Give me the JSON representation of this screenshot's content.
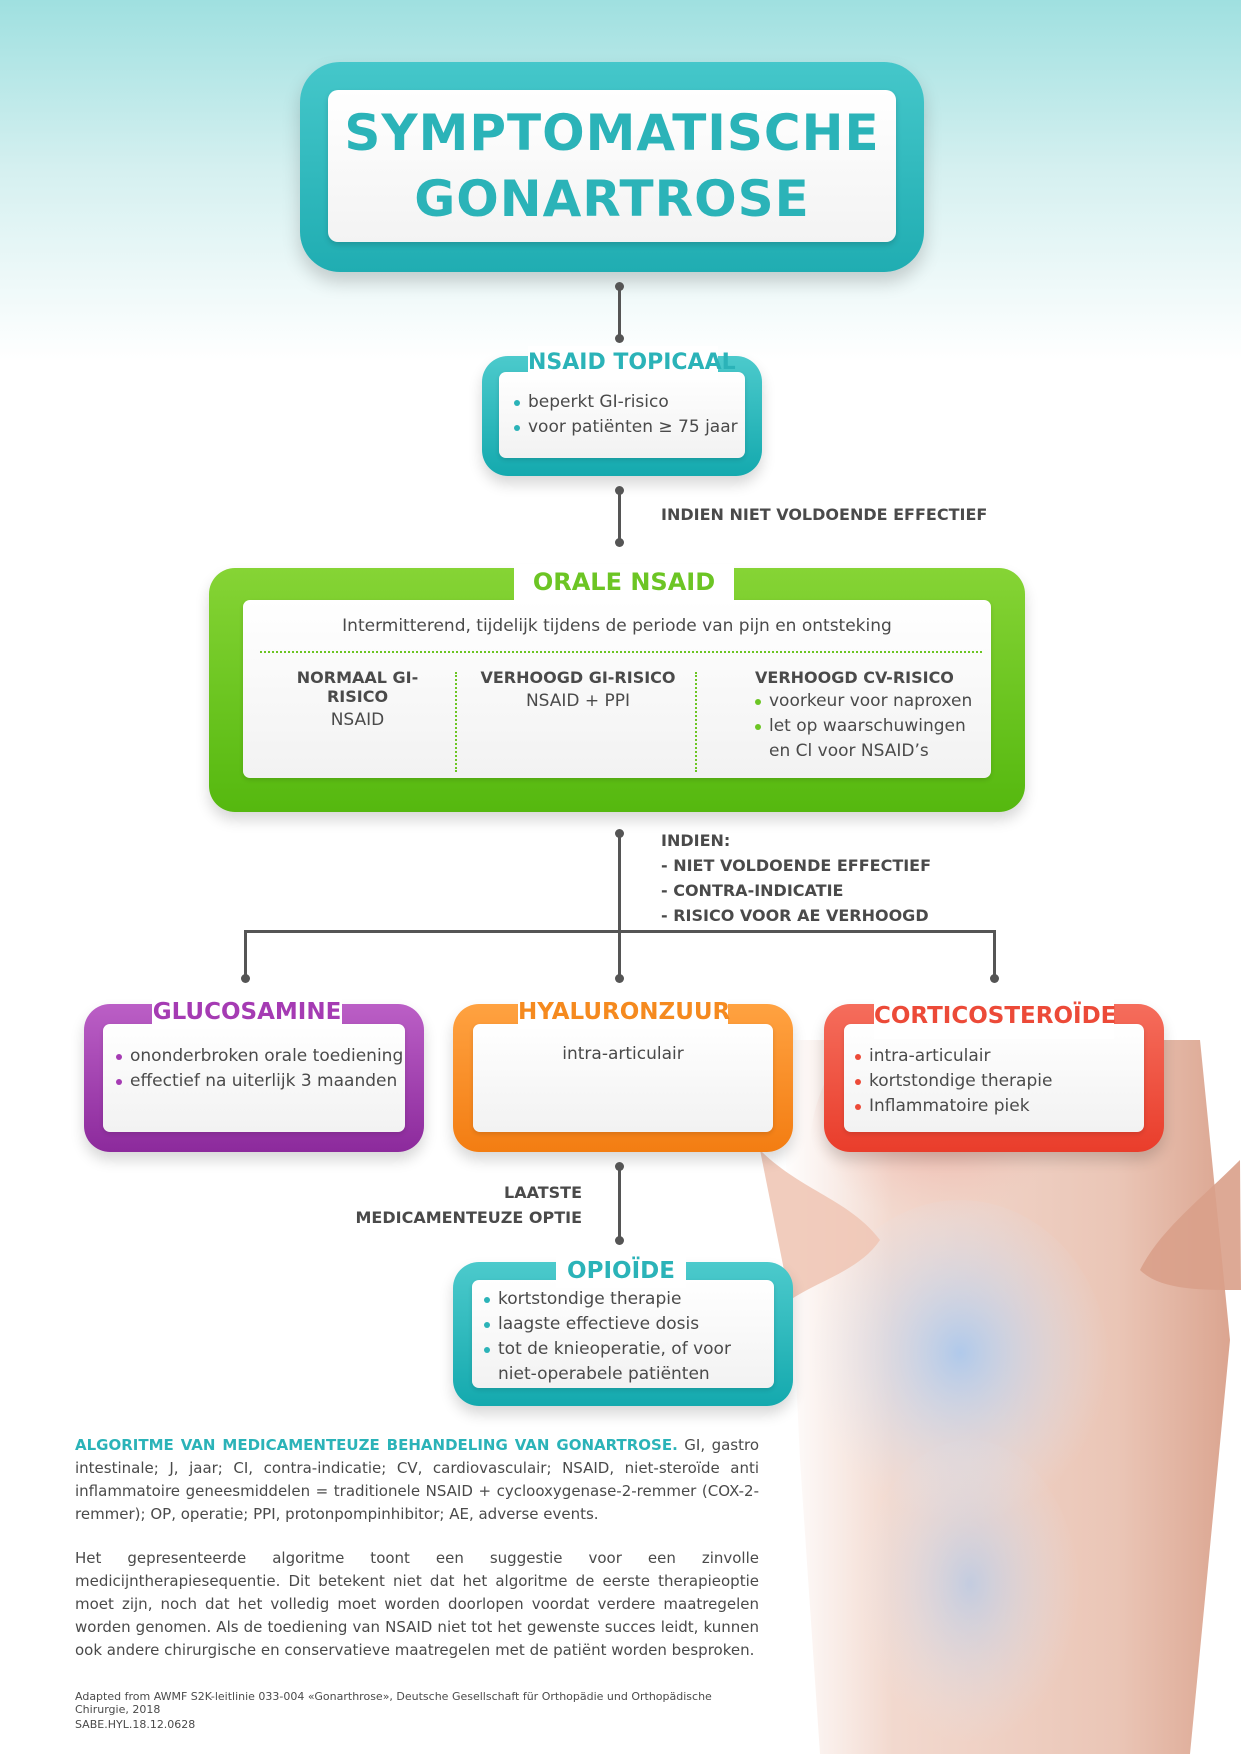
{
  "title": {
    "line1": "SYMPTOMATISCHE",
    "line2": "GONARTROSE"
  },
  "colors": {
    "teal": "#2bb3b8",
    "green": "#6cc524",
    "purple": "#a53bb3",
    "orange": "#f58a1f",
    "red": "#ec4a38",
    "text": "#4a4a4a"
  },
  "nsaid_topical": {
    "heading": "NSAID TOPICAAL",
    "items": [
      "beperkt GI-risico",
      "voor patiënten ≥ 75 jaar"
    ]
  },
  "condition1": "INDIEN NIET VOLDOENDE EFFECTIEF",
  "oral_nsaid": {
    "heading": "ORALE NSAID",
    "subtitle": "Intermitterend, tijdelijk tijdens de periode van pijn en ontsteking",
    "columns": [
      {
        "head": "NORMAAL GI-RISICO",
        "text": "NSAID"
      },
      {
        "head": "VERHOOGD GI-RISICO",
        "text": "NSAID + PPI"
      },
      {
        "head": "VERHOOGD CV-RISICO",
        "items": [
          "voorkeur voor naproxen",
          "let op waarschuwingen",
          "en Cl voor NSAID’s"
        ]
      }
    ]
  },
  "condition2": {
    "lines": [
      "INDIEN:",
      "- NIET VOLDOENDE EFFECTIEF",
      "- CONTRA-INDICATIE",
      "- RISICO VOOR AE VERHOOGD"
    ]
  },
  "glucosamine": {
    "heading": "GLUCOSAMINE",
    "items": [
      "ononderbroken orale toediening",
      "effectief na uiterlijk 3 maanden"
    ]
  },
  "hyaluronzuur": {
    "heading": "HYALURONZUUR",
    "text": "intra-articulair"
  },
  "corticosteroide": {
    "heading": "CORTICOSTEROÏDE",
    "items": [
      "intra-articulair",
      "kortstondige therapie",
      "Inflammatoire piek"
    ]
  },
  "condition3": {
    "line1": "LAATSTE",
    "line2": "MEDICAMENTEUZE OPTIE"
  },
  "opioide": {
    "heading": "OPIOÏDE",
    "items": [
      "kortstondige therapie",
      "laagste effectieve dosis",
      "tot de knieoperatie, of voor",
      "niet-operabele patiënten"
    ]
  },
  "caption": {
    "bold": "ALGORITME VAN MEDICAMENTEUZE BEHANDELING VAN GONARTROSE.",
    "text": " GI, gastro intestinale; J, jaar; CI, contra-indicatie; CV, cardiovasculair; NSAID, niet-steroïde anti inflammatoire geneesmiddelen = traditionele NSAID + cyclooxygenase-2-remmer (COX-2-remmer); OP, operatie; PPI, protonpompinhibitor; AE, adverse events.",
    "paragraph": "Het gepresenteerde algoritme toont een suggestie voor een zinvolle medicijntherapiesequentie. Dit betekent niet dat het algoritme de eerste therapieoptie moet zijn, noch dat het volledig moet worden doorlopen voordat verdere maatregelen worden genomen. Als de toediening van NSAID niet tot het gewenste succes leidt, kunnen ook andere chirurgische en conservatieve maatregelen met de patiënt worden besproken."
  },
  "source": "Adapted from AWMF S2K-leitlinie  033-004  «Gonarthrose», Deutsche Gesellschaft für Orthopädie und Orthopädische Chirurgie, 2018",
  "code": "SABE.HYL.18.12.0628"
}
